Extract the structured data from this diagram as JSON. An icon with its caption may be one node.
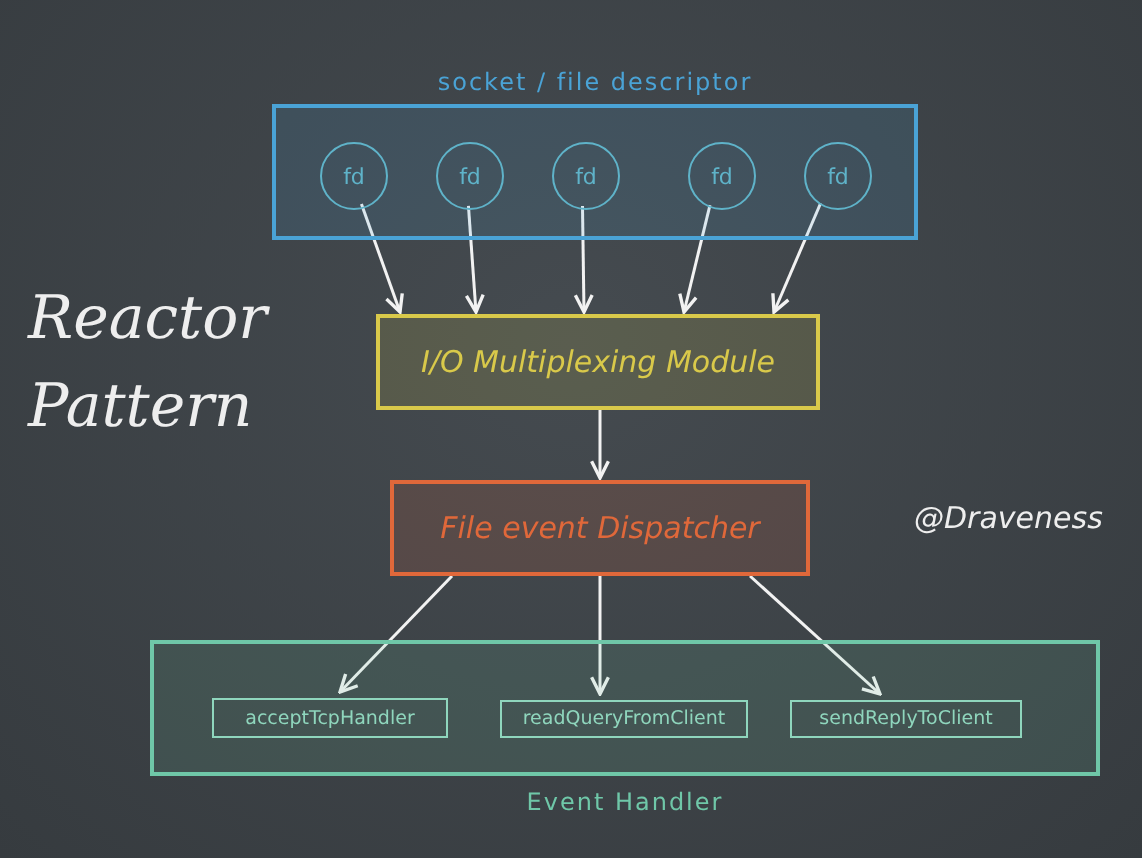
{
  "diagram": {
    "title": "Reactor Pattern",
    "nodes": [
      {
        "text": [
          "socket / file descriptor"
        ]
      },
      {
        "text": [
          "fd"
        ],
        "in": 0
      },
      {
        "text": [
          "fd"
        ],
        "in": 0
      },
      {
        "text": [
          "fd"
        ],
        "in": 0
      },
      {
        "text": [
          "fd"
        ],
        "in": 0
      },
      {
        "text": [
          "fd"
        ],
        "in": 0
      },
      {
        "text": [
          "I/O Multiplexing Module"
        ]
      },
      {
        "text": [
          "File event Dispatcher"
        ]
      },
      {
        "text": [
          "Event Handler"
        ]
      },
      {
        "text": [
          "acceptTcpHandler"
        ],
        "in": 8
      },
      {
        "text": [
          "readQueryFromClient"
        ],
        "in": 8
      },
      {
        "text": [
          "sendReplyToClient"
        ],
        "in": 8
      }
    ],
    "edges": [
      {
        "from": 1,
        "to": 6,
        "arrow": "to"
      },
      {
        "from": 2,
        "to": 6,
        "arrow": "to"
      },
      {
        "from": 3,
        "to": 6,
        "arrow": "to"
      },
      {
        "from": 4,
        "to": 6,
        "arrow": "to"
      },
      {
        "from": 5,
        "to": 6,
        "arrow": "to"
      },
      {
        "from": 6,
        "to": 7,
        "arrow": "to"
      },
      {
        "from": 7,
        "to": 9,
        "arrow": "to"
      },
      {
        "from": 7,
        "to": 10,
        "arrow": "to"
      },
      {
        "from": 7,
        "to": 11,
        "arrow": "to"
      }
    ],
    "labels": [
      "@Draveness"
    ]
  }
}
